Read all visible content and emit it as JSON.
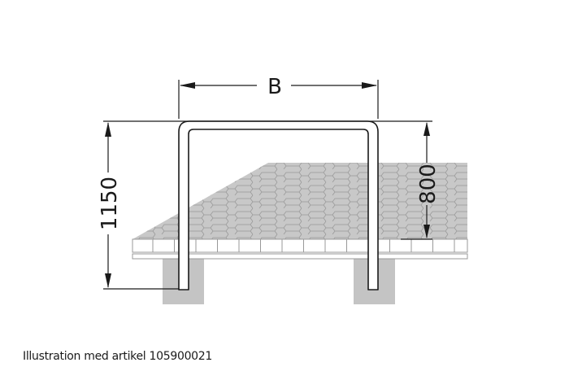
{
  "diagram": {
    "width_label": "B",
    "total_height_label": "1150",
    "above_ground_label": "800",
    "caption": "Illustration med artikel 105900021"
  },
  "colors": {
    "line": "#1a1a1a",
    "paving": "#c8c8c8",
    "paving_joints": "#999999",
    "foundation": "#c4c4c4",
    "curb": "#ffffff"
  }
}
